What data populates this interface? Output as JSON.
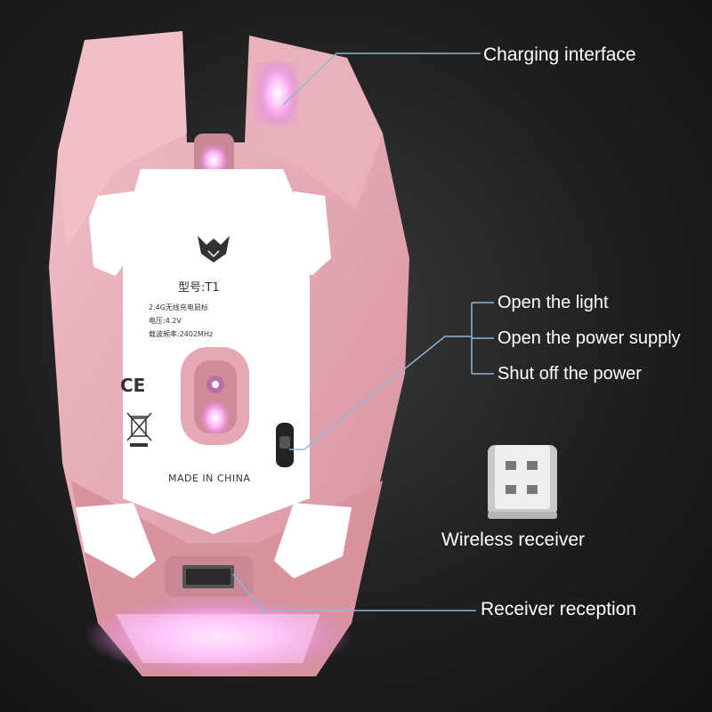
{
  "callouts": {
    "charging_interface": "Charging interface",
    "open_light": "Open the light",
    "open_power": "Open the power supply",
    "shut_off": "Shut off the power",
    "wireless_receiver": "Wireless receiver",
    "receiver_reception": "Receiver reception"
  },
  "label_plate": {
    "model": "型号:T1",
    "line1": "2.4G无线充电鼠标",
    "line2": "电压:4.2V",
    "line3": "载波频率:2402MHz",
    "ce_mark": "CE",
    "made_in": "MADE IN CHINA"
  },
  "colors": {
    "shell": "#e8aeb8",
    "shell_dark": "#c98895",
    "plate": "#ffffff",
    "glow": "#ff9cf2",
    "callout_line": "#8fb6d8",
    "label_text": "#ffffff"
  },
  "icons": [
    "wolf-logo-icon",
    "ce-mark-icon",
    "weee-bin-icon"
  ]
}
